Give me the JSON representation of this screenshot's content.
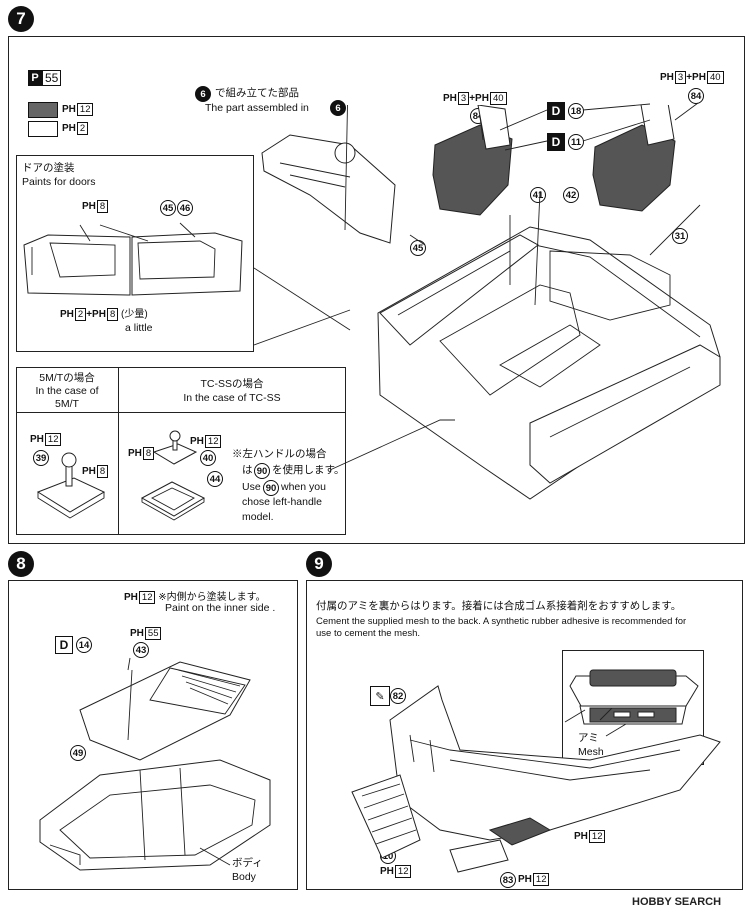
{
  "steps": {
    "s7": "7",
    "s8": "8",
    "s9": "9"
  },
  "legend": {
    "main_code_prefix": "P",
    "main_code": "55",
    "dark_code": "12",
    "light_code": "2",
    "ph": "PH"
  },
  "step7": {
    "assembled_jp": "で組み立てた部品",
    "assembled_ref": "6",
    "assembled_en": "The part assembled in",
    "door_jp": "ドアの塗装",
    "door_en": "Paints for doors",
    "door_code_top": "8",
    "door_codes_bottom_a": "2",
    "door_codes_bottom_b": "8",
    "door_little_jp": "(少量)",
    "door_little_en": "a little",
    "door_parts": [
      "45",
      "46"
    ],
    "mt_title_jp": "5M/Tの場合",
    "mt_title_en1": "In the case of",
    "mt_title_en2": "5M/T",
    "mt_code_a": "12",
    "mt_code_b": "8",
    "mt_part": "39",
    "tc_title_jp": "TC-SSの場合",
    "tc_title_en": "In the case of TC-SS",
    "tc_code_a": "8",
    "tc_code_b": "12",
    "tc_parts": [
      "40",
      "44"
    ],
    "lh_jp_a": "※左ハンドルの場合",
    "lh_jp_b": "は",
    "lh_jp_c": "を使用します。",
    "lh_part": "90",
    "lh_en_a": "Use",
    "lh_en_b": "when you",
    "lh_en_c": "chose left-handle",
    "lh_en_d": "model.",
    "seat_codes_left_a": "3",
    "seat_codes_left_b": "40",
    "seat_codes_right_a": "3",
    "seat_codes_right_b": "40",
    "seat_part": "84",
    "decal_letter": "D",
    "decal_a": "18",
    "decal_b": "11",
    "parts_main": [
      "41",
      "42",
      "31",
      "45",
      "46"
    ]
  },
  "step8": {
    "code_inner": "12",
    "inner_jp": "※内側から塗装します。",
    "inner_en": "Paint on the inner side .",
    "code_55": "55",
    "decal_letter": "D",
    "decal": "14",
    "parts": [
      "43",
      "49"
    ],
    "body_jp": "ボディ",
    "body_en": "Body"
  },
  "step9": {
    "mesh_jp": "付属のアミを裏からはります。接着には合成ゴム系接着剤をおすすめします。",
    "mesh_en1": "Cement the supplied mesh to the back.  A synthetic rubber adhesive is recommended for",
    "mesh_en2": "use to cement the mesh.",
    "ami_jp": "アミ",
    "ami_en": "Mesh",
    "parts": [
      "82",
      "10",
      "83"
    ],
    "code_a": "12",
    "code_b": "12",
    "code_c": "12"
  },
  "watermark": "HOBBY SEARCH"
}
